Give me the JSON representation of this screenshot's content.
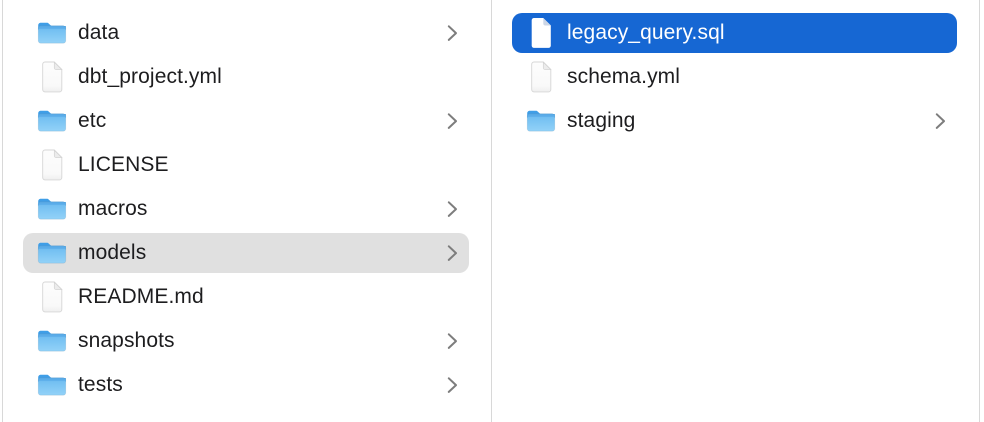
{
  "view": {
    "kind": "finder-column-view",
    "colors": {
      "selection_active": "#1667d3",
      "selection_inactive": "#e0e0e0",
      "text": "#1d1d1f",
      "text_selected": "#ffffff",
      "divider": "#d8d8d8",
      "chevron": "#7d7d7d",
      "folder_blue": "#64b6ee"
    }
  },
  "columns": [
    {
      "name": "left",
      "items": [
        {
          "label": "data",
          "icon": "folder-icon",
          "chevron": true,
          "selected": false
        },
        {
          "label": "dbt_project.yml",
          "icon": "document-icon",
          "chevron": false,
          "selected": false
        },
        {
          "label": "etc",
          "icon": "folder-icon",
          "chevron": true,
          "selected": false
        },
        {
          "label": "LICENSE",
          "icon": "document-icon",
          "chevron": false,
          "selected": false
        },
        {
          "label": "macros",
          "icon": "folder-icon",
          "chevron": true,
          "selected": false
        },
        {
          "label": "models",
          "icon": "folder-icon",
          "chevron": true,
          "selected": true,
          "selection_style": "inactive-gray"
        },
        {
          "label": "README.md",
          "icon": "document-icon",
          "chevron": false,
          "selected": false
        },
        {
          "label": "snapshots",
          "icon": "folder-icon",
          "chevron": true,
          "selected": false
        },
        {
          "label": "tests",
          "icon": "folder-icon",
          "chevron": true,
          "selected": false
        }
      ]
    },
    {
      "name": "right",
      "items": [
        {
          "label": "legacy_query.sql",
          "icon": "document-icon",
          "chevron": false,
          "selected": true,
          "selection_style": "active-blue"
        },
        {
          "label": "schema.yml",
          "icon": "document-icon",
          "chevron": false,
          "selected": false
        },
        {
          "label": "staging",
          "icon": "folder-icon",
          "chevron": true,
          "selected": false
        }
      ]
    }
  ]
}
